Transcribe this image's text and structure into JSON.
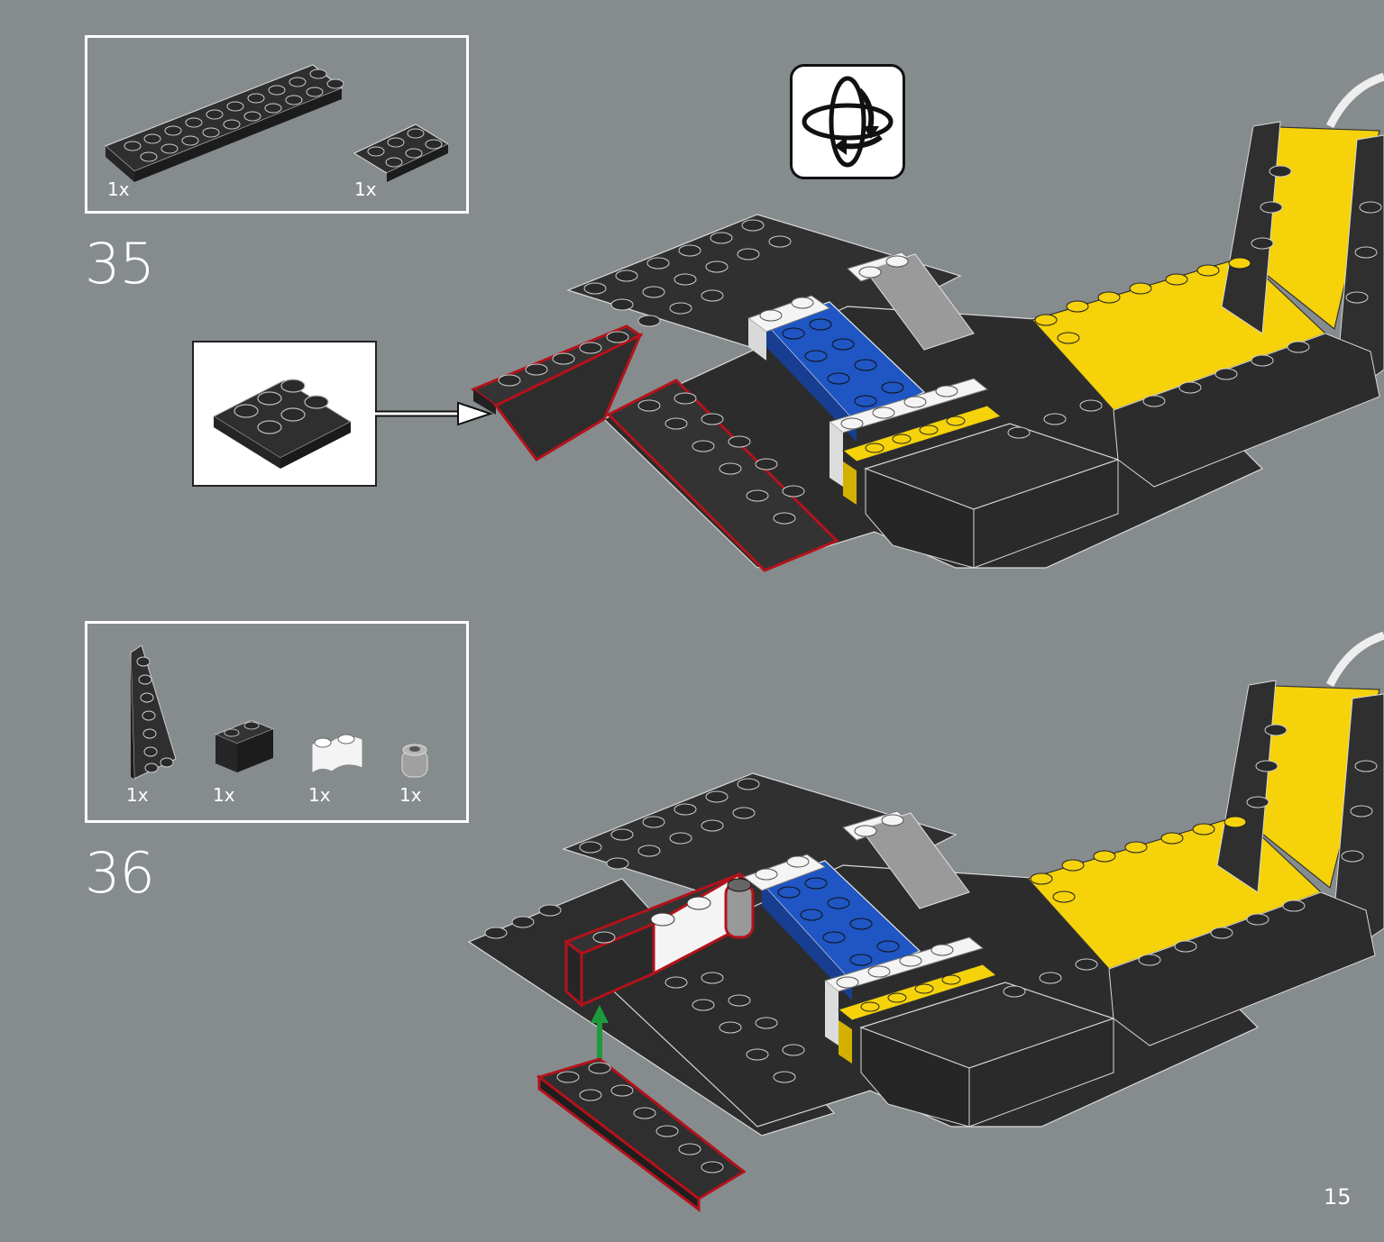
{
  "step35": {
    "number": "35",
    "parts": [
      {
        "name": "plate-2x10-black",
        "qty": "1x",
        "color": "#333333"
      },
      {
        "name": "plate-2x3-black",
        "qty": "1x",
        "color": "#333333"
      }
    ]
  },
  "step36": {
    "number": "36",
    "parts": [
      {
        "name": "wedge-plate-black",
        "qty": "1x",
        "color": "#333333"
      },
      {
        "name": "brick-1x2-black",
        "qty": "1x",
        "color": "#333333"
      },
      {
        "name": "brick-1x2-white",
        "qty": "1x",
        "color": "#f2f2f2"
      },
      {
        "name": "round-brick-1x1-gray",
        "qty": "1x",
        "color": "#a0a0a0"
      }
    ]
  },
  "rotate_icon": "rotate-model-icon",
  "page_number": "15",
  "colors": {
    "background": "#868c8e",
    "brick_black": "#2f2f2f",
    "brick_yellow": "#f5d20a",
    "brick_blue": "#1f56c4",
    "brick_white": "#f4f4f4",
    "highlight_red": "#b3121b",
    "arrow_green": "#1e9a3c"
  }
}
